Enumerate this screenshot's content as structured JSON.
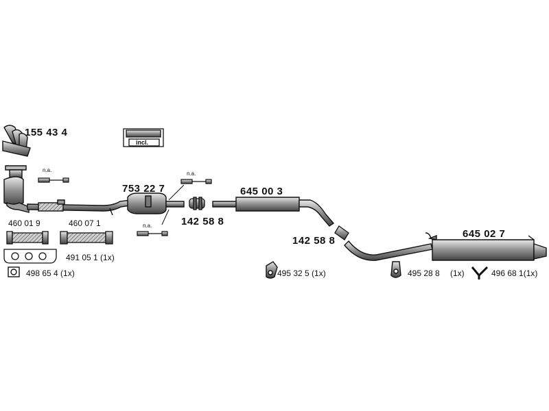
{
  "parts": {
    "manifold": "155 43 4",
    "catalyst": "753 22 7",
    "middle_silencer": "645 00 3",
    "rear_silencer": "645 02 7",
    "clamp_a": "142 58 8",
    "clamp_b": "142 58 8",
    "flex_pipe_a": "460 01 9",
    "flex_pipe_b": "460 07 1",
    "gasket": "491 05 1 (1x)",
    "gasket_square": "498 65 4 (1x)",
    "rubber_mount_a": "495 32 5 (1x)",
    "rubber_mount_b": "495 28 8",
    "rubber_mount_b_qty": "(1x)",
    "hanger": "496 68 1(1x)"
  },
  "notes": {
    "na_1": "n.a.",
    "na_2": "n.a.",
    "na_3": "n.a.",
    "incl": "incl."
  },
  "colors": {
    "line": "#111111",
    "fill": "#9a9a9a",
    "light": "#d6d6d6"
  }
}
